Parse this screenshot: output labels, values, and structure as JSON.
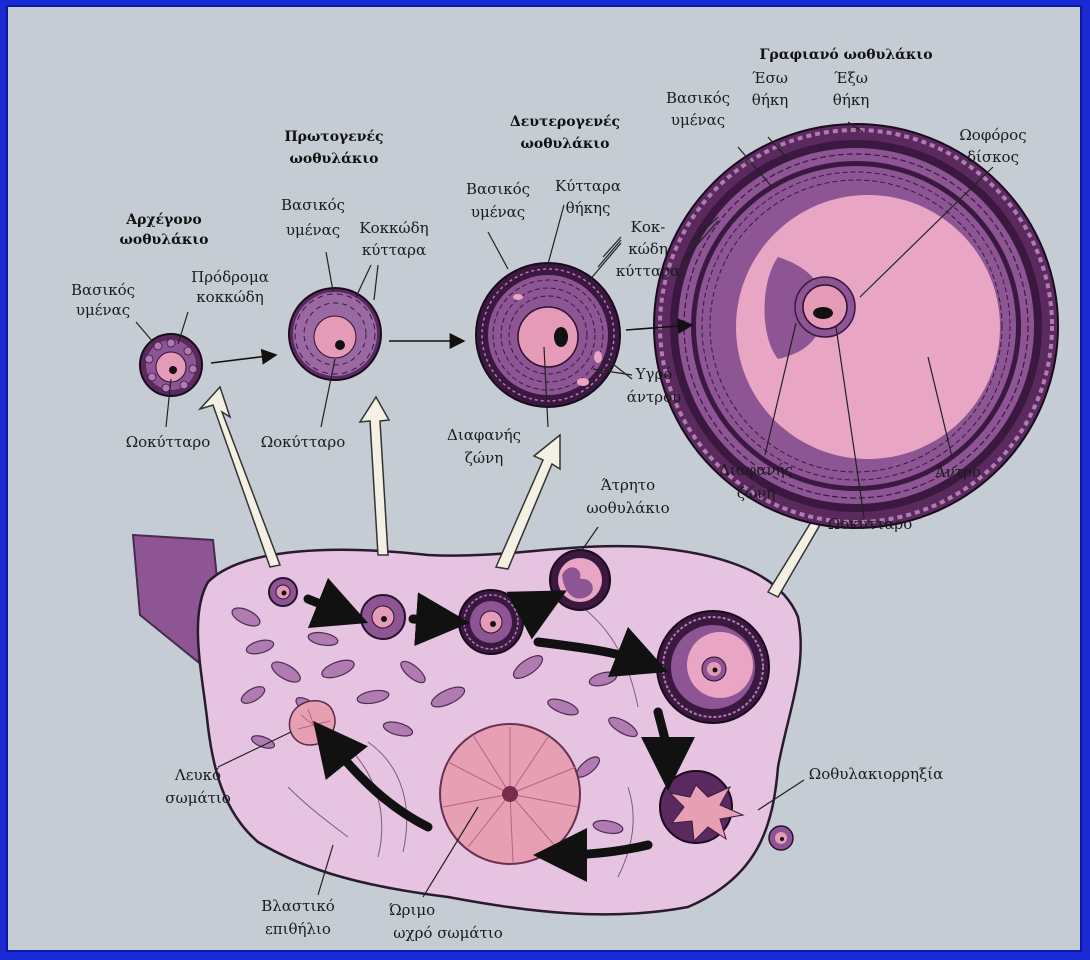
{
  "colors": {
    "background": "#c6ccd4",
    "frame": "#1a2bd6",
    "ovary": "#e6c3e0",
    "granulosa": "#8d5593",
    "theca": "#5a2a5e",
    "oocyte": "#e59bb8",
    "antrum": "#e8a5c4",
    "corpus_luteum": "#e79fb4"
  },
  "primordial": {
    "title_l1": "Αρχέγονο",
    "title_l2": "ωοθυλάκιο",
    "basal_l1": "Βασικός",
    "basal_l2": "υμένας",
    "pregranulosa_l1": "Πρόδρομα",
    "pregranulosa_l2": "κοκκώδη",
    "oocyte": "Ωοκύτταρο"
  },
  "primary": {
    "title_l1": "Πρωτογενές",
    "title_l2": "ωοθυλάκιο",
    "basal_l1": "Βασικός",
    "basal_l2": "υμένας",
    "granulosa_l1": "Κοκκώδη",
    "granulosa_l2": "κύτταρα",
    "oocyte": "Ωοκύτταρο"
  },
  "secondary": {
    "title_l1": "Δευτερογενές",
    "title_l2": "ωοθυλάκιο",
    "basal_l1": "Βασικός",
    "basal_l2": "υμένας",
    "theca_l1": "Κύτταρα",
    "theca_l2": "θήκης",
    "granulosa_l1": "Κοκ-",
    "granulosa_l2": "κώδη",
    "granulosa_l3": "κύτταρα",
    "antral_fluid_l1": "Υγρό",
    "antral_fluid_l2": "άντρου",
    "zona_l1": "Διαφανής",
    "zona_l2": "ζώνη"
  },
  "graafian": {
    "title": "Γραφιανό ωοθυλάκιο",
    "basal_l1": "Βασικός",
    "basal_l2": "υμένας",
    "theca_interna_l1": "Έσω",
    "theca_interna_l2": "θήκη",
    "theca_externa_l1": "Έξω",
    "theca_externa_l2": "θήκη",
    "cumulus_l1": "Ωοφόρος",
    "cumulus_l2": "δίσκος",
    "zona_l1": "Διαφανής",
    "zona_l2": "ζώνη",
    "oocyte": "Ωοκύτταρο",
    "antrum": "Άντρο"
  },
  "ovary": {
    "atretic_l1": "Άτρητο",
    "atretic_l2": "ωοθυλάκιο",
    "ovulation": "Ωοθυλακιορρηξία",
    "corpus_albicans_l1": "Λευκό",
    "corpus_albicans_l2": "σωμάτιο",
    "germinal_l1": "Βλαστικό",
    "germinal_l2": "επιθήλιο",
    "corpus_luteum_l1": "Ώριμο",
    "corpus_luteum_l2": "ωχρό σωμάτιο"
  }
}
